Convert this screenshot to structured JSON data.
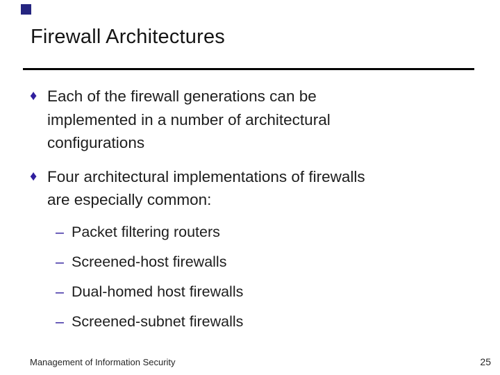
{
  "slide": {
    "title": "Firewall Architectures",
    "bullets": [
      {
        "marker": "♦",
        "lines": [
          "Each of the firewall generations can be",
          "implemented in a number of architectural",
          "configurations"
        ]
      },
      {
        "marker": "♦",
        "lines": [
          "Four architectural implementations of firewalls",
          "are especially common:"
        ]
      }
    ],
    "sub_bullets": [
      {
        "marker": "–",
        "label": "Packet filtering routers"
      },
      {
        "marker": "–",
        "label": "Screened-host firewalls"
      },
      {
        "marker": "–",
        "label": "Dual-homed host firewalls"
      },
      {
        "marker": "–",
        "label": "Screened-subnet firewalls"
      }
    ],
    "footer": {
      "left": "Management of Information Security",
      "page_number": "25"
    },
    "colors": {
      "accent_marker": "#301F9E",
      "logo_square": "#252580",
      "text": "#1d1d1d",
      "divider": "#000000",
      "background": "#ffffff"
    }
  }
}
